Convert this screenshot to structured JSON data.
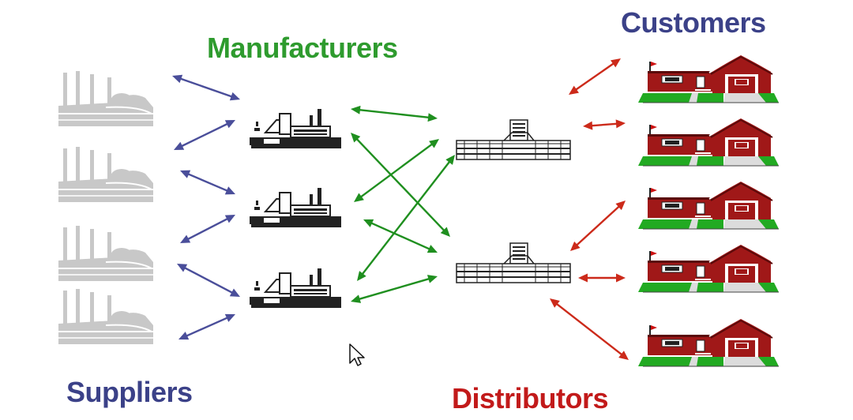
{
  "labels": {
    "manufacturers": "Manufacturers",
    "customers": "Customers",
    "suppliers": "Suppliers",
    "distributors": "Distributors"
  },
  "colors": {
    "supplier_arrows": "#4a4e9a",
    "manufacturer_arrows": "#1f8f1f",
    "distributor_arrows": "#cc2a1a",
    "supplier_fill": "#c8c8c8",
    "house_red": "#a01818",
    "lawn_green": "#22aa22",
    "manufacturers_text": "#2e9b2e",
    "customers_text": "#3b4188",
    "suppliers_text": "#3b4188",
    "distributors_text": "#c21a1a"
  },
  "icons": {
    "suppliers": "factory-silhouette-icon",
    "manufacturers": "factory-icon",
    "distributors": "warehouse-building-icon",
    "customers": "house-icon",
    "cursor": "mouse-pointer-icon"
  },
  "counts": {
    "suppliers": 4,
    "manufacturers": 3,
    "distributors": 2,
    "customers": 5
  }
}
